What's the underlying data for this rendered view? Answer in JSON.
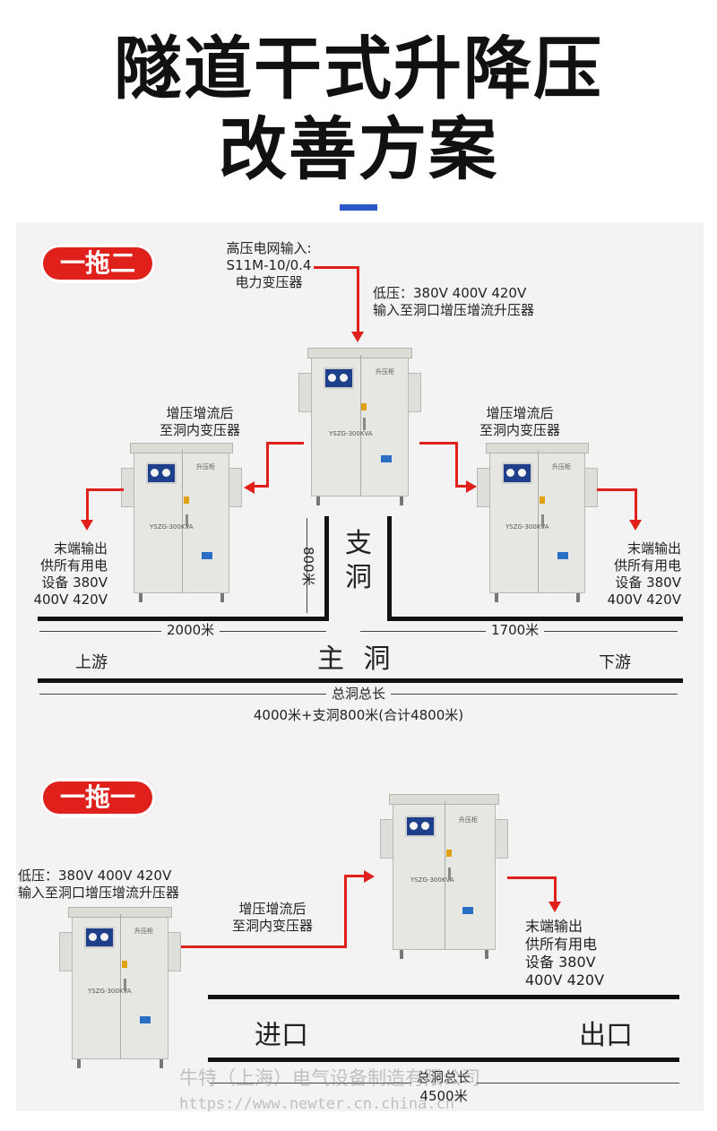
{
  "title": {
    "line1": "隧道干式升降压",
    "line2": "改善方案"
  },
  "section1": {
    "badge": "一拖二",
    "grid_input": [
      "高压电网输入:",
      "S11M-10/0.4",
      "电力变压器"
    ],
    "low_voltage": [
      "低压：380V 400V 420V",
      "输入至洞口增压增流升压器"
    ],
    "boost_left": [
      "增压增流后",
      "至洞内变压器"
    ],
    "boost_right": [
      "增压增流后",
      "至洞内变压器"
    ],
    "end_left": [
      "末端输出",
      "供所有用电",
      "设备 380V",
      "400V 420V"
    ],
    "end_right": [
      "末端输出",
      "供所有用电",
      "设备 380V",
      "400V 420V"
    ],
    "branch_tunnel": [
      "支",
      "洞"
    ],
    "branch_length": "800米",
    "dist_left": "2000米",
    "dist_right": "1700米",
    "main_tunnel": "主 洞",
    "upstream": "上游",
    "downstream": "下游",
    "total_label": "总洞总长",
    "total_value": "4000米+支洞800米(合计4800米)"
  },
  "section2": {
    "badge": "一拖一",
    "low_voltage": [
      "低压：380V 400V 420V",
      "输入至洞口增压增流升压器"
    ],
    "boost": [
      "增压增流后",
      "至洞内变压器"
    ],
    "end": [
      "末端输出",
      "供所有用电",
      "设备 380V",
      "400V 420V"
    ],
    "entrance": "进口",
    "exit": "出口",
    "total_label": "总洞总长",
    "total_value": "4500米"
  },
  "cabinet_text": {
    "name": "升压柜",
    "model": "YSZG-300KVA"
  },
  "watermark": {
    "company": "牛特（上海）电气设备制造有限公司",
    "url": "https://www.newter.cn.china.cn"
  },
  "colors": {
    "accent_red": "#e0201a",
    "title_bar_blue": "#2a56c6",
    "road": "#111111"
  }
}
